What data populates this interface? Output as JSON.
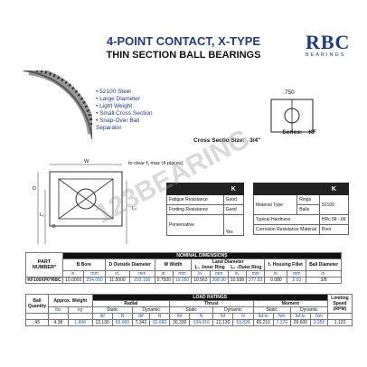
{
  "header": {
    "title": "4-POINT CONTACT, X-TYPE",
    "subtitle": "THIN SECTION BALL BEARINGS",
    "logo_text": "RBC",
    "logo_sub": "BEARINGS"
  },
  "features": [
    "52100 Steel",
    "Large Diameter",
    "Light Weight",
    "Small Cross Section",
    "Snap-Over Ball Separator"
  ],
  "cross_section": {
    "dim": ".750",
    "series_label": "Series:",
    "series_value": "KF",
    "size_label": "Cross Sectio Size:",
    "size_value": "3/4\""
  },
  "drawing": {
    "clear_note": "to clear f₁ max (4 places)",
    "labels": [
      "W",
      "D",
      "L₁",
      "B",
      "L₂"
    ]
  },
  "specs_left": {
    "header": "K",
    "rows": [
      {
        "label": "Fatigue Resistance",
        "value": "Good"
      },
      {
        "label": "Fretting Resistance",
        "value": "Good"
      },
      {
        "label": "Perservative",
        "value": "Yes"
      }
    ]
  },
  "specs_right": {
    "header": "K",
    "rows": [
      {
        "label": "Material Type",
        "value1": "Rings",
        "value2": "52100",
        "sub": "Balls"
      },
      {
        "label": "Typical Hardness",
        "value": "HRc 58 - 66"
      },
      {
        "label": "Corrosion Resistance Material",
        "value": "Poor"
      }
    ]
  },
  "nominal": {
    "title": "NOMINAL DIMENSIONS",
    "part_label": "PART NUMBER*",
    "cols": [
      "B Bore",
      "D Outside Diameter",
      "W Width",
      "L₁ -Inner Ring",
      "L₂ -Outer Ring",
      "f₁ Housing Fillet",
      "Ball Diameter"
    ],
    "land": "Land Diameter",
    "units": [
      "in.",
      "mm",
      "in.",
      "mm",
      "in.",
      "mm",
      "in.",
      "mm",
      "in.",
      "mm",
      "in.",
      "mm",
      "in."
    ],
    "row": [
      "KF100XP0*RBC",
      "10.0000",
      "254.000",
      "11.5000",
      "292.100",
      "0.7500",
      "19.050",
      "10.563",
      "268.30",
      "10.938",
      "277.83",
      "0.080",
      "2.03",
      "3/8"
    ]
  },
  "load": {
    "title": "LOAD RATINGS",
    "cols": [
      "Ball Quantity",
      "Approx. Weight",
      "Radial",
      "Thrust",
      "Moment",
      "Limiting Speed (RPM)"
    ],
    "sub": [
      "lbs",
      "kg",
      "Static",
      "Dynamic",
      "Static",
      "Dynamic",
      "Static",
      "Dynamic"
    ],
    "units": [
      "lbf",
      "N",
      "lbf",
      "N",
      "lbf",
      "N",
      "lbf",
      "N",
      "lbf-in",
      "Nm",
      "lbf-in",
      "Nm"
    ],
    "row": [
      "43",
      "4.38",
      "1.990",
      "12,130",
      "53,960",
      "7,342",
      "32,660",
      "30,330",
      "134,910",
      "12,130",
      "53,820",
      "65,210",
      "7,370",
      "29,600",
      "3,350",
      "1,120"
    ]
  },
  "watermark": "123BEARING"
}
